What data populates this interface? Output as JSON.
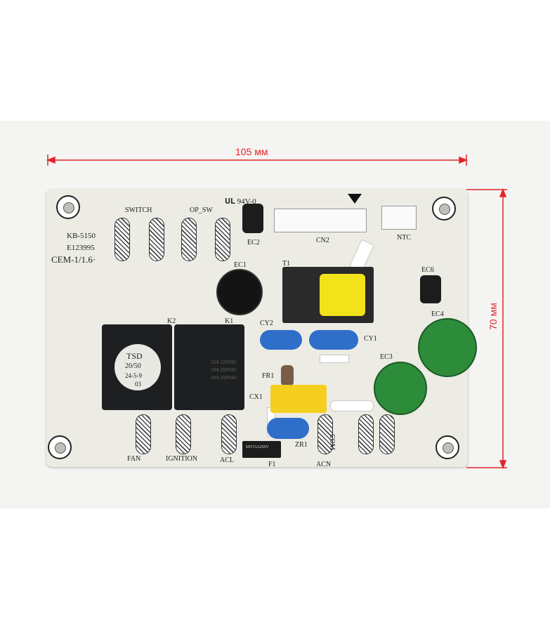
{
  "dimensions": {
    "width_label": "105 мм",
    "height_label": "70 мм",
    "color": "#e0262b"
  },
  "board": {
    "model": "KB-5150",
    "code": "E123995",
    "cem": "CEM-1/1.6·",
    "ul": "𝐔𝐋 94V-0",
    "labels": {
      "switch": "SWITCH",
      "op_sw": "OP_SW",
      "cn2": "CN2",
      "ntc": "NTC",
      "ec1": "EC1",
      "ec2": "EC2",
      "ec3": "EC3",
      "ec4": "EC4",
      "ec6": "EC6",
      "t1": "T1",
      "k1": "K1",
      "k2": "K2",
      "cy1": "CY1",
      "cy2": "CY2",
      "cx1": "CX1",
      "fr1": "FR1",
      "zr1": "ZR1",
      "f1": "F1",
      "fan": "FAN",
      "ignition": "IGNITION",
      "acl": "ACL",
      "acn": "ACN",
      "com": "COM"
    },
    "relay_k2": {
      "brand": "TSD",
      "rating": "20/50",
      "date": "24-5-9",
      "batch": "03"
    },
    "relay_k1": {
      "line1": "15A 125VAC",
      "line2": "10A 250VAC",
      "line3": "10A 250VAC"
    },
    "fuse": "MT15A250V"
  }
}
